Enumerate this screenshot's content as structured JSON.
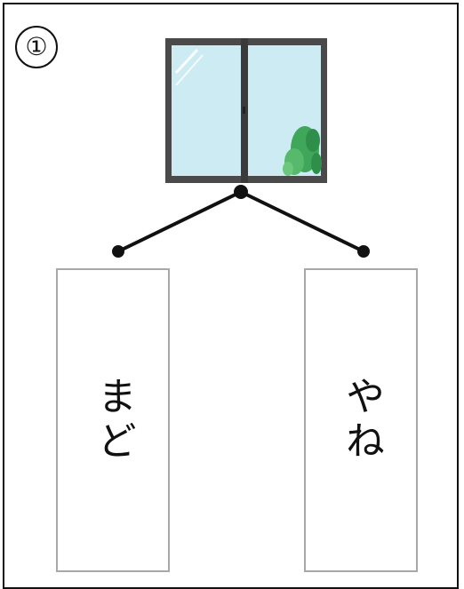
{
  "item_number": "①",
  "choices": [
    {
      "text": "まど"
    },
    {
      "text": "やね"
    }
  ],
  "picture": {
    "icon": "window-icon",
    "frame_color": "#4a4a4a",
    "glass_color": "#cdebf2",
    "plant_color": "#3fa65a"
  },
  "connector": {
    "line_color": "#111111"
  },
  "card_border_color": "#a8a8a8"
}
